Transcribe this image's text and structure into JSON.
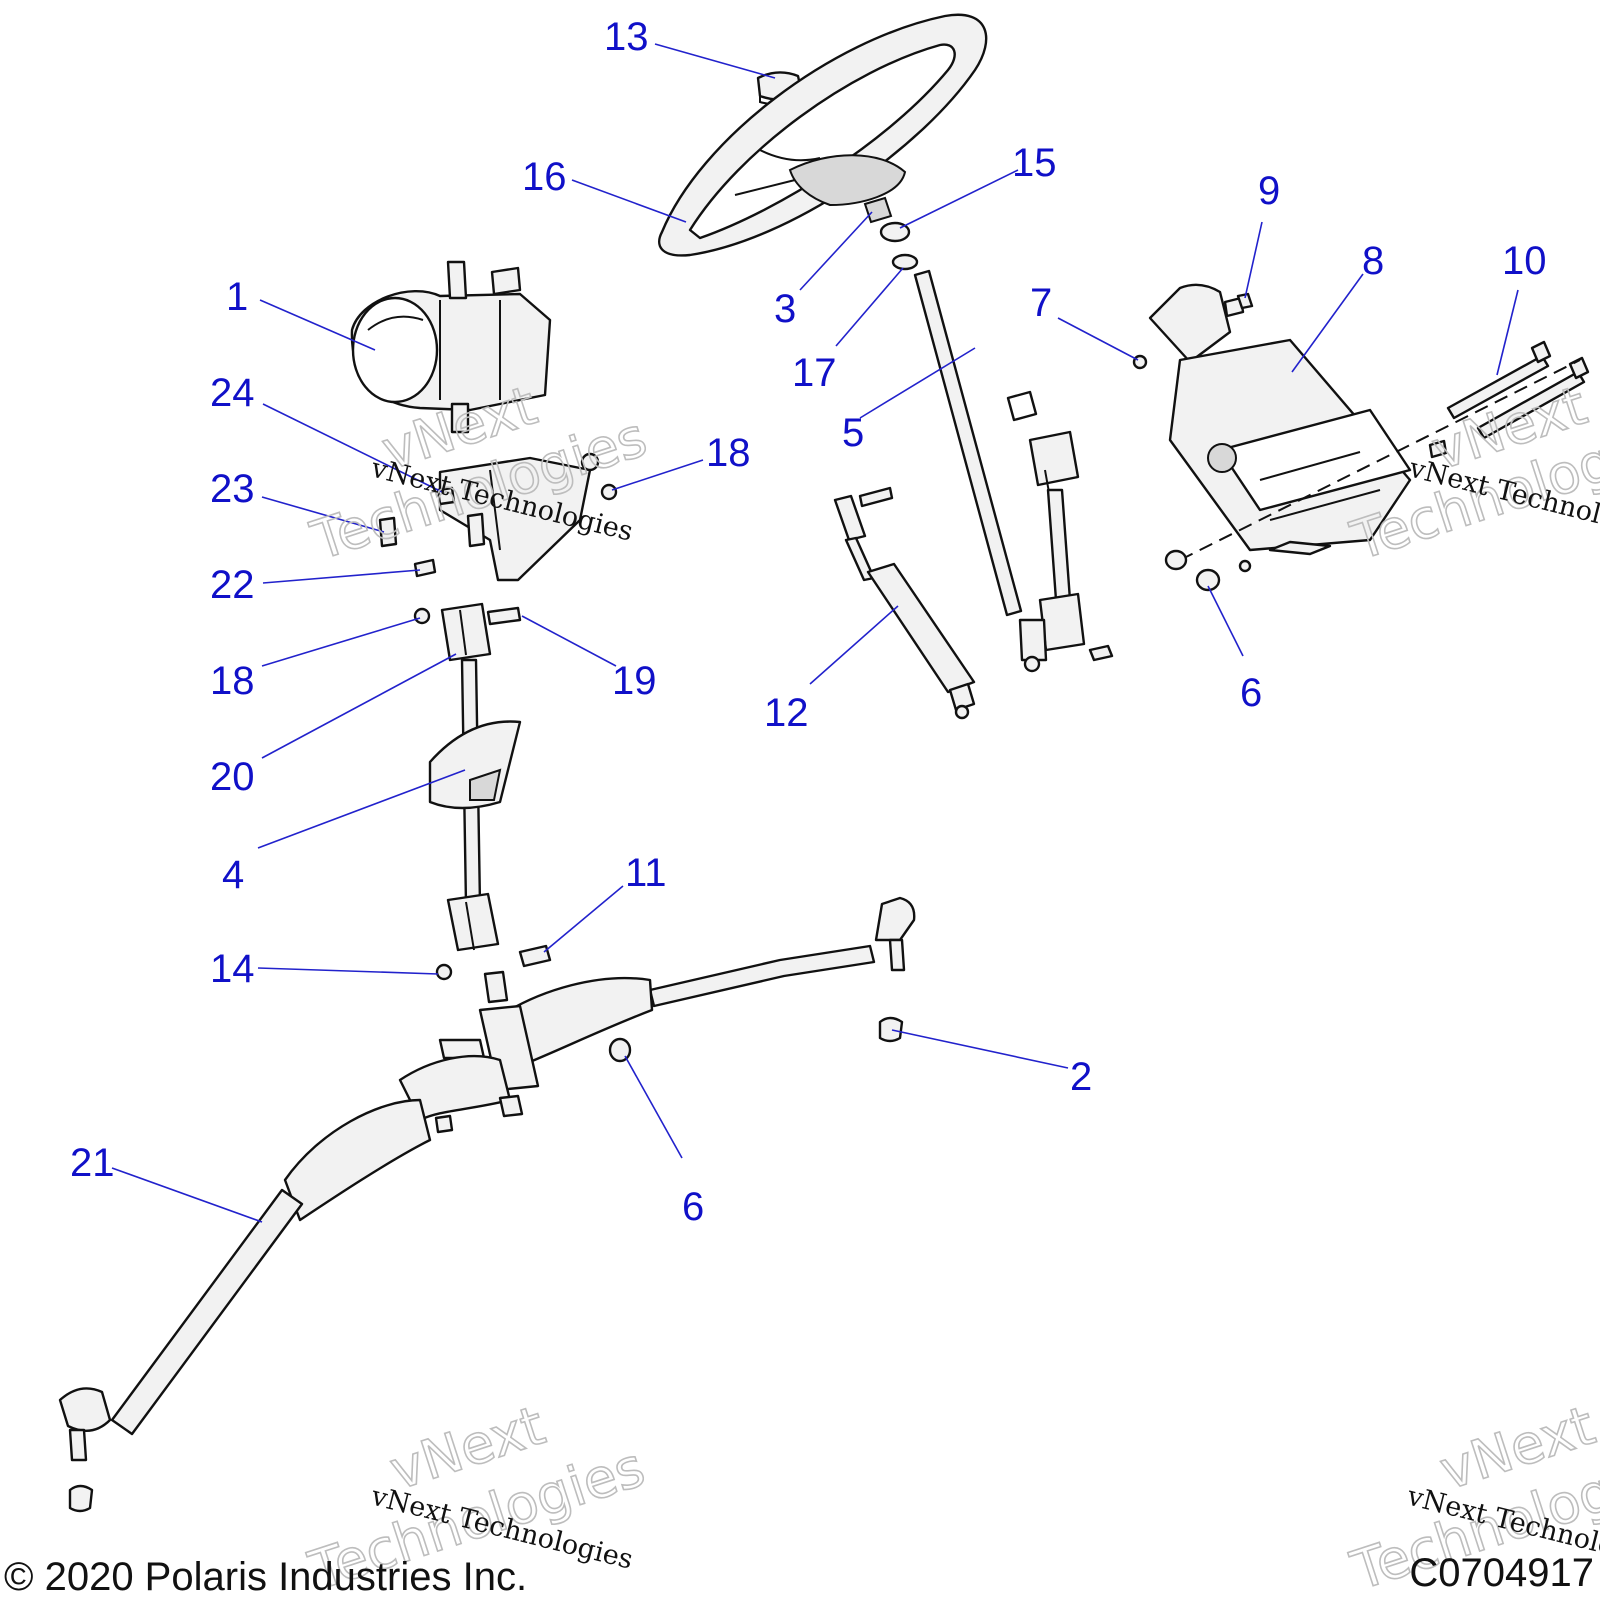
{
  "diagram": {
    "callouts": [
      {
        "id": "c1",
        "label": "1"
      },
      {
        "id": "c2",
        "label": "2"
      },
      {
        "id": "c3",
        "label": "3"
      },
      {
        "id": "c4",
        "label": "4"
      },
      {
        "id": "c5",
        "label": "5"
      },
      {
        "id": "c6a",
        "label": "6"
      },
      {
        "id": "c6b",
        "label": "6"
      },
      {
        "id": "c7",
        "label": "7"
      },
      {
        "id": "c8",
        "label": "8"
      },
      {
        "id": "c9",
        "label": "9"
      },
      {
        "id": "c10",
        "label": "10"
      },
      {
        "id": "c11",
        "label": "11"
      },
      {
        "id": "c12",
        "label": "12"
      },
      {
        "id": "c13",
        "label": "13"
      },
      {
        "id": "c14",
        "label": "14"
      },
      {
        "id": "c15",
        "label": "15"
      },
      {
        "id": "c16",
        "label": "16"
      },
      {
        "id": "c17",
        "label": "17"
      },
      {
        "id": "c18a",
        "label": "18"
      },
      {
        "id": "c18b",
        "label": "18"
      },
      {
        "id": "c19",
        "label": "19"
      },
      {
        "id": "c20",
        "label": "20"
      },
      {
        "id": "c21",
        "label": "21"
      },
      {
        "id": "c22",
        "label": "22"
      },
      {
        "id": "c23",
        "label": "23"
      },
      {
        "id": "c24",
        "label": "24"
      }
    ]
  },
  "watermark": {
    "company": "vNext Technologies",
    "ghost_line1": "vNext",
    "ghost_line2": "Technologies"
  },
  "footer": {
    "copyright": "© 2020 Polaris Industries Inc.",
    "figure_code": "C0704917"
  }
}
